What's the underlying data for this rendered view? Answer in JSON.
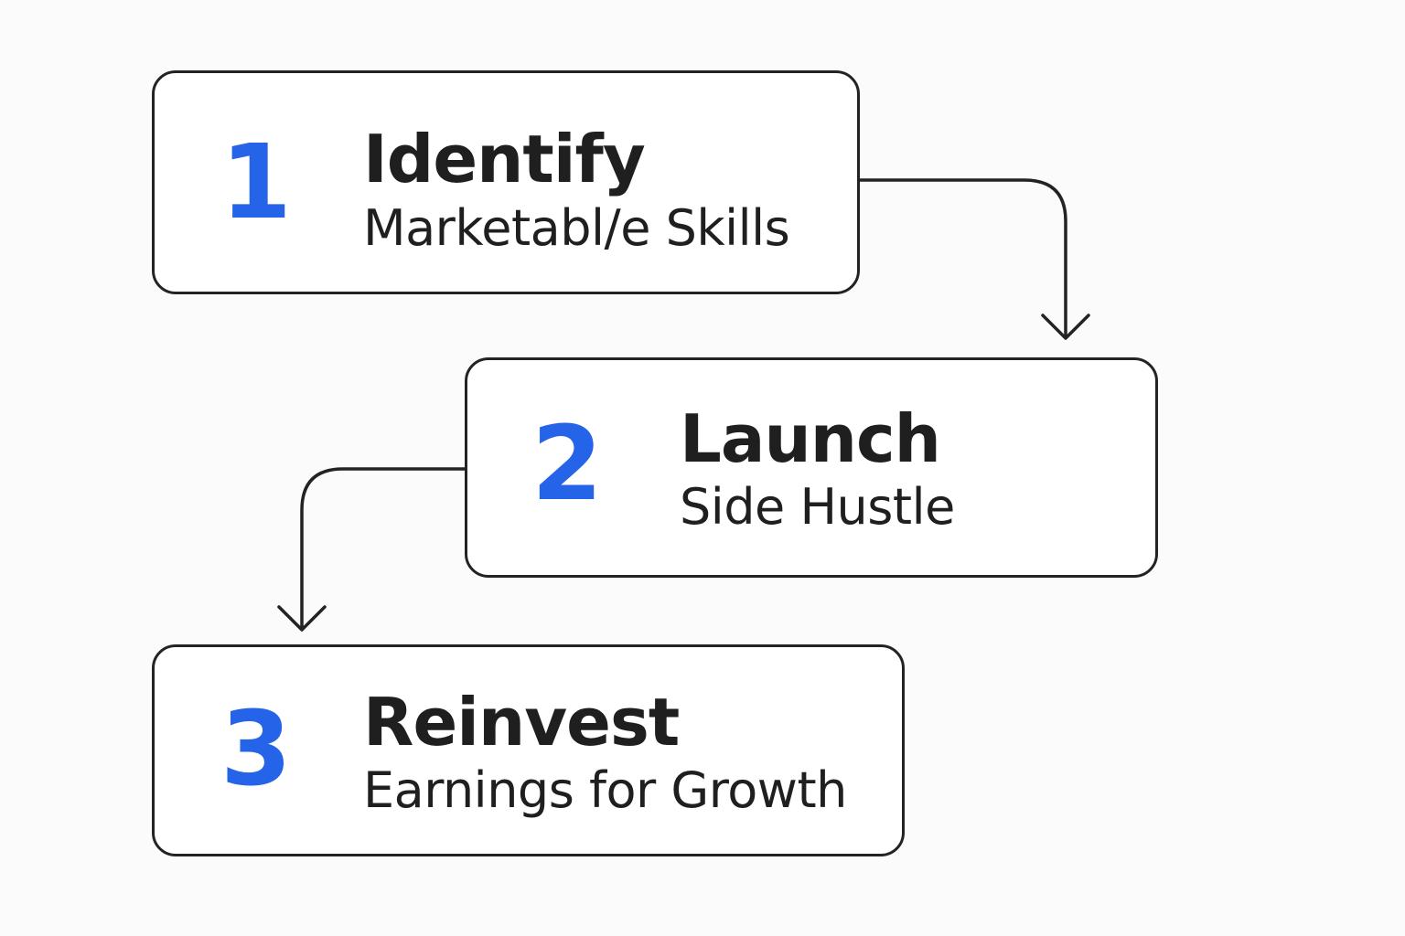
{
  "colors": {
    "accent": "#2563e8",
    "text": "#1f1f1f",
    "border": "#232323",
    "background": "#fbfbfb"
  },
  "steps": [
    {
      "number": "1",
      "title": "Identify",
      "subtitle": "Marketabl/e Skills"
    },
    {
      "number": "2",
      "title": "Launch",
      "subtitle": "Side Hustle"
    },
    {
      "number": "3",
      "title": "Reinvest",
      "subtitle": "Earnings for Growth"
    }
  ]
}
